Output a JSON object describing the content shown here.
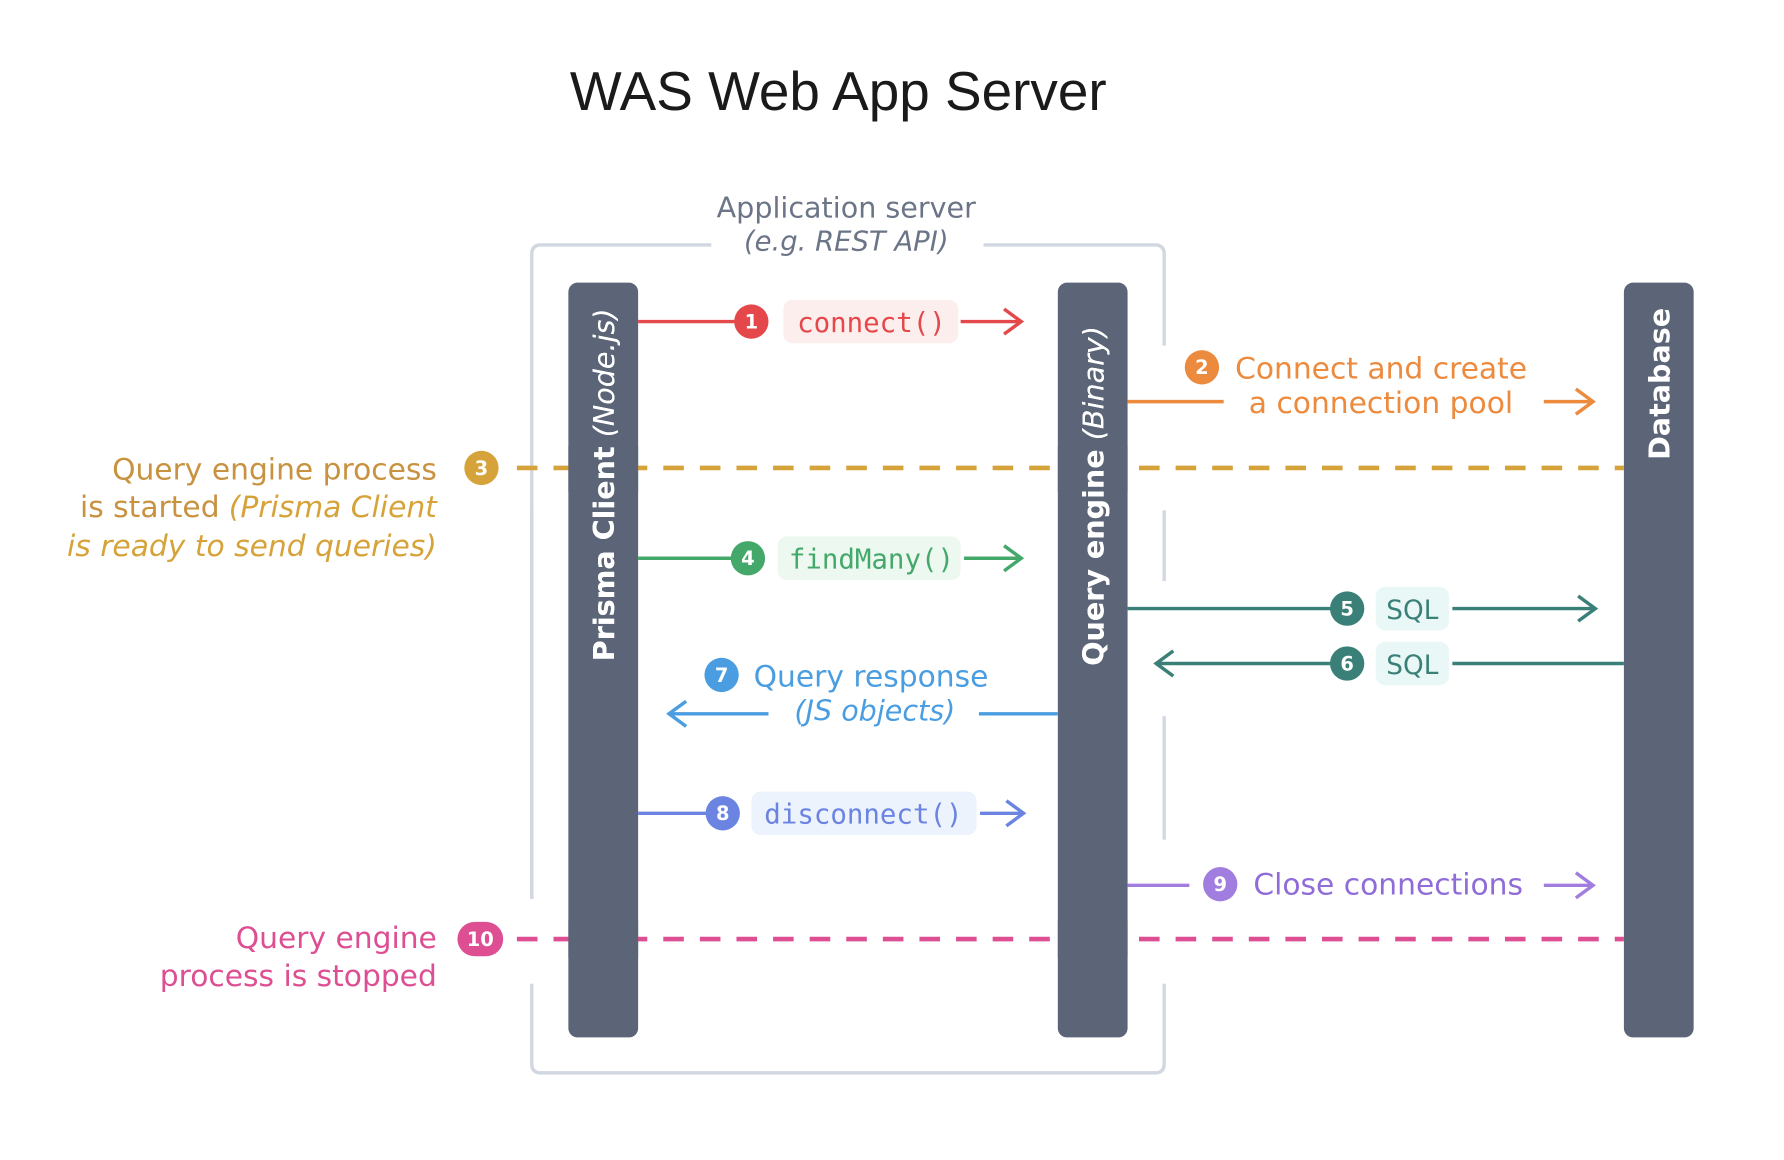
{
  "title": "WAS Web App Server",
  "app_server": {
    "label": "Application server",
    "sublabel": "(e.g. REST API)"
  },
  "lifelines": {
    "prisma_client": {
      "name": "Prisma Client",
      "qualifier": "(Node.js)"
    },
    "query_engine": {
      "name": "Query engine",
      "qualifier": "(Binary)"
    },
    "database": {
      "name": "Database"
    }
  },
  "colors": {
    "lifeline": "#5b6577",
    "frame": "#d2d8e2",
    "frame_text": "#6b7587",
    "step1": "#e4484a",
    "step2": "#ec8a3e",
    "step3": "#d6a33a",
    "step4": "#44a86a",
    "step5": "#3b8078",
    "step7": "#4a9de0",
    "step8": "#6b84e2",
    "step9": "#a27de0",
    "step10": "#de4e92"
  },
  "steps": [
    {
      "num": "1",
      "label": "connect()"
    },
    {
      "num": "2",
      "label_line1": "Connect and create",
      "label_line2": "a connection pool"
    },
    {
      "num": "3",
      "label_line1": "Query engine process",
      "label_line2a": "is started",
      "label_line2b": "(Prisma Client",
      "label_line3": "is ready to send queries)"
    },
    {
      "num": "4",
      "label": "findMany()"
    },
    {
      "num": "5",
      "label": "SQL"
    },
    {
      "num": "6",
      "label": "SQL"
    },
    {
      "num": "7",
      "label_line1": "Query response",
      "label_line2": "(JS objects)"
    },
    {
      "num": "8",
      "label": "disconnect()"
    },
    {
      "num": "9",
      "label": "Close connections"
    },
    {
      "num": "10",
      "label_line1": "Query engine",
      "label_line2": "process is stopped"
    }
  ]
}
